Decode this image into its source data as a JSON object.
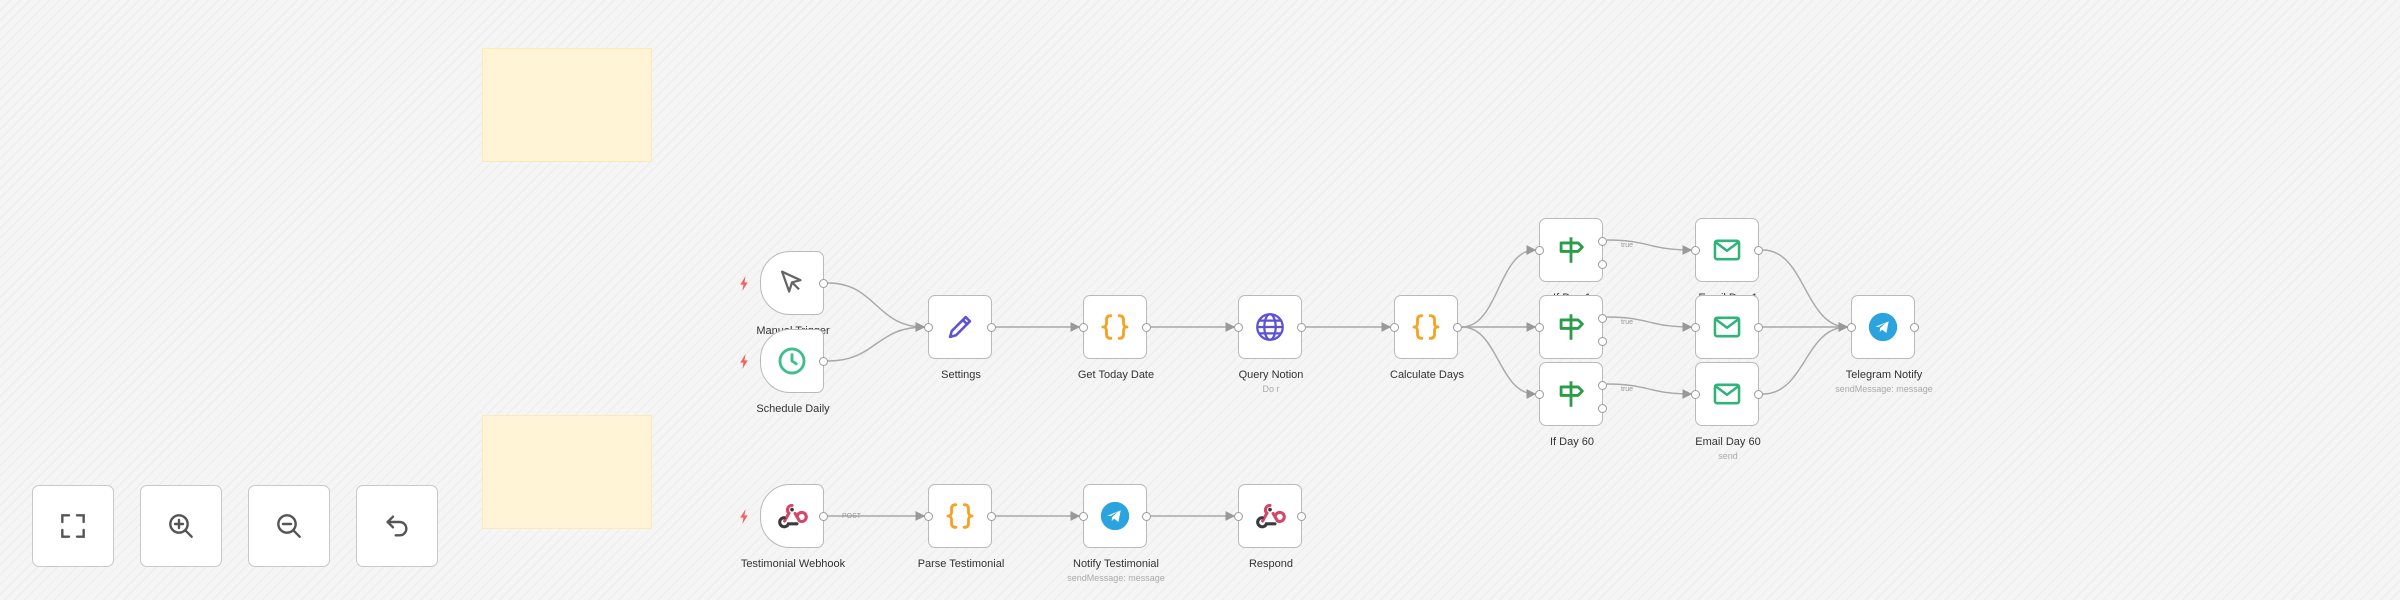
{
  "workflow": {
    "nodes": [
      {
        "id": "manual-trigger",
        "label": "Manual Trigger",
        "sub": "",
        "icon": "pointer-icon",
        "trigger": true
      },
      {
        "id": "schedule-daily",
        "label": "Schedule Daily",
        "sub": "",
        "icon": "clock-icon",
        "trigger": true
      },
      {
        "id": "settings",
        "label": "Settings",
        "sub": "",
        "icon": "pencil-icon"
      },
      {
        "id": "get-today-date",
        "label": "Get Today Date",
        "sub": "",
        "icon": "code-braces-icon"
      },
      {
        "id": "query-notion",
        "label": "Query Notion",
        "sub": "Do r",
        "icon": "globe-icon"
      },
      {
        "id": "calculate-days",
        "label": "Calculate Days",
        "sub": "",
        "icon": "code-braces-icon"
      },
      {
        "id": "if-day-1",
        "label": "If Day 1",
        "sub": "",
        "icon": "signpost-icon"
      },
      {
        "id": "if-day-2",
        "label": "",
        "sub": "",
        "icon": "signpost-icon"
      },
      {
        "id": "if-day-60",
        "label": "If Day 60",
        "sub": "",
        "icon": "signpost-icon"
      },
      {
        "id": "email-day-1",
        "label": "Email Day 1",
        "sub": "",
        "icon": "mail-icon"
      },
      {
        "id": "email-day-2",
        "label": "",
        "sub": "",
        "icon": "mail-icon"
      },
      {
        "id": "email-day-60",
        "label": "Email Day 60",
        "sub": "send",
        "icon": "mail-icon"
      },
      {
        "id": "telegram-notify",
        "label": "Telegram Notify",
        "sub": "sendMessage: message",
        "icon": "telegram-icon"
      },
      {
        "id": "testimonial-webhook",
        "label": "Testimonial Webhook",
        "sub": "",
        "icon": "webhook-icon",
        "trigger": true
      },
      {
        "id": "parse-testimonial",
        "label": "Parse Testimonial",
        "sub": "",
        "icon": "code-braces-icon"
      },
      {
        "id": "notify-testimonial",
        "label": "Notify Testimonial",
        "sub": "sendMessage: message",
        "icon": "telegram-icon"
      },
      {
        "id": "respond",
        "label": "Respond",
        "sub": "",
        "icon": "webhook-icon"
      }
    ],
    "edges": [
      {
        "from": "manual-trigger",
        "to": "settings",
        "label": ""
      },
      {
        "from": "schedule-daily",
        "to": "settings",
        "label": ""
      },
      {
        "from": "settings",
        "to": "get-today-date",
        "label": ""
      },
      {
        "from": "get-today-date",
        "to": "query-notion",
        "label": ""
      },
      {
        "from": "query-notion",
        "to": "calculate-days",
        "label": ""
      },
      {
        "from": "calculate-days",
        "to": "if-day-1",
        "label": ""
      },
      {
        "from": "calculate-days",
        "to": "if-day-2",
        "label": ""
      },
      {
        "from": "calculate-days",
        "to": "if-day-60",
        "label": ""
      },
      {
        "from": "if-day-1",
        "to": "email-day-1",
        "label": "true",
        "port": "t"
      },
      {
        "from": "if-day-2",
        "to": "email-day-2",
        "label": "true",
        "port": "t"
      },
      {
        "from": "if-day-60",
        "to": "email-day-60",
        "label": "true",
        "port": "t"
      },
      {
        "from": "email-day-1",
        "to": "telegram-notify",
        "label": ""
      },
      {
        "from": "email-day-2",
        "to": "telegram-notify",
        "label": ""
      },
      {
        "from": "email-day-60",
        "to": "telegram-notify",
        "label": ""
      },
      {
        "from": "testimonial-webhook",
        "to": "parse-testimonial",
        "label": "POST"
      },
      {
        "from": "parse-testimonial",
        "to": "notify-testimonial",
        "label": ""
      },
      {
        "from": "notify-testimonial",
        "to": "respond",
        "label": ""
      }
    ]
  },
  "controls": [
    {
      "id": "fit-view",
      "icon": "fit-view-icon"
    },
    {
      "id": "zoom-in",
      "icon": "zoom-in-icon"
    },
    {
      "id": "zoom-out",
      "icon": "zoom-out-icon"
    },
    {
      "id": "undo",
      "icon": "undo-icon"
    }
  ],
  "colors": {
    "code": "#f7a223",
    "signpost": "#2a9d4b",
    "mail": "#2fb57a",
    "telegram": "#2aa3df",
    "globe": "#5b52d6",
    "pencil": "#5b52d6",
    "clock": "#3dbf8a",
    "webhook": "#d6456a",
    "trigger_bolt": "#f26262",
    "sticky": "#fff5d6"
  }
}
